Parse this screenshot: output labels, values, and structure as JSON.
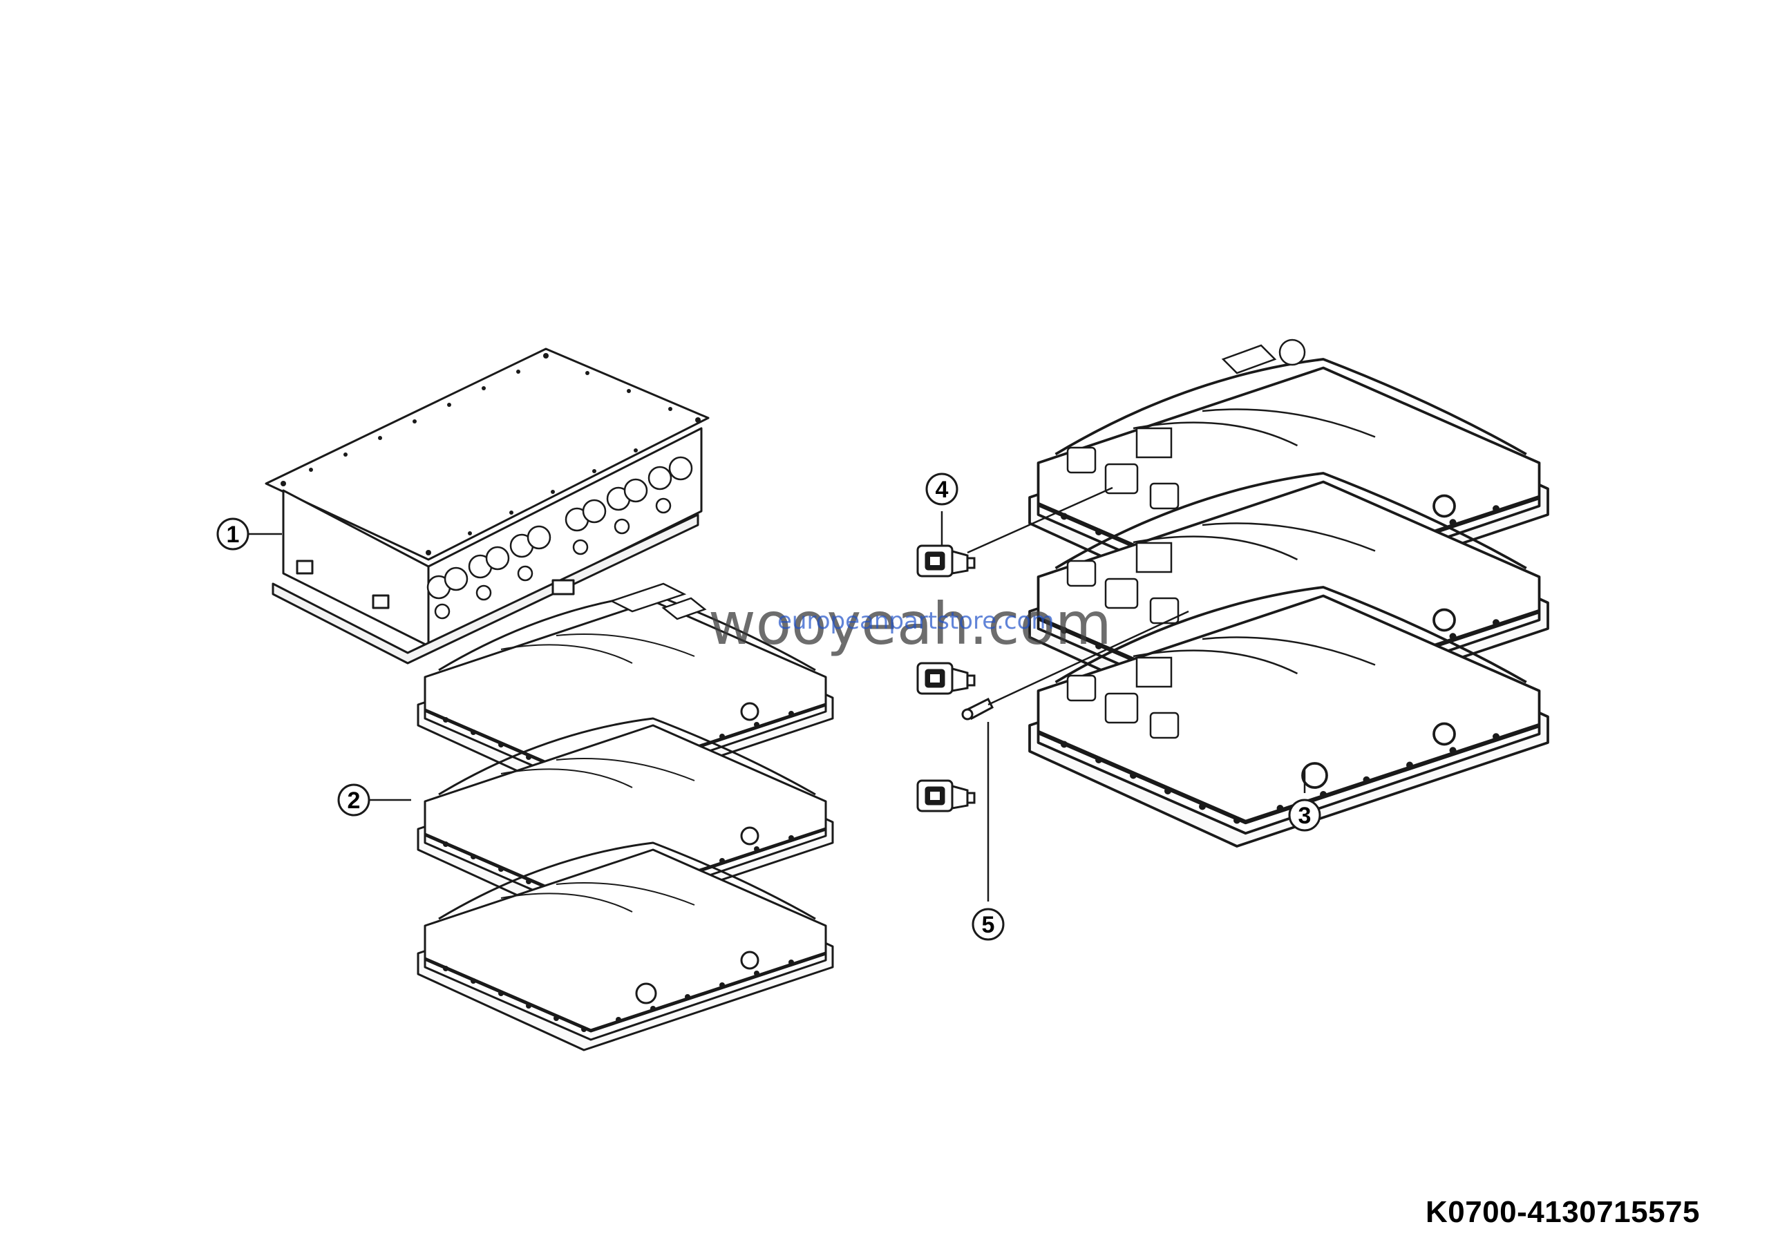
{
  "callouts": [
    {
      "id": "1",
      "label": "1"
    },
    {
      "id": "2",
      "label": "2"
    },
    {
      "id": "3",
      "label": "3"
    },
    {
      "id": "4",
      "label": "4"
    },
    {
      "id": "5",
      "label": "5"
    }
  ],
  "drawing_id": "K0700-4130715575",
  "watermark": {
    "primary": "wooyeah.com",
    "secondary": "europeanpartstore.com"
  }
}
